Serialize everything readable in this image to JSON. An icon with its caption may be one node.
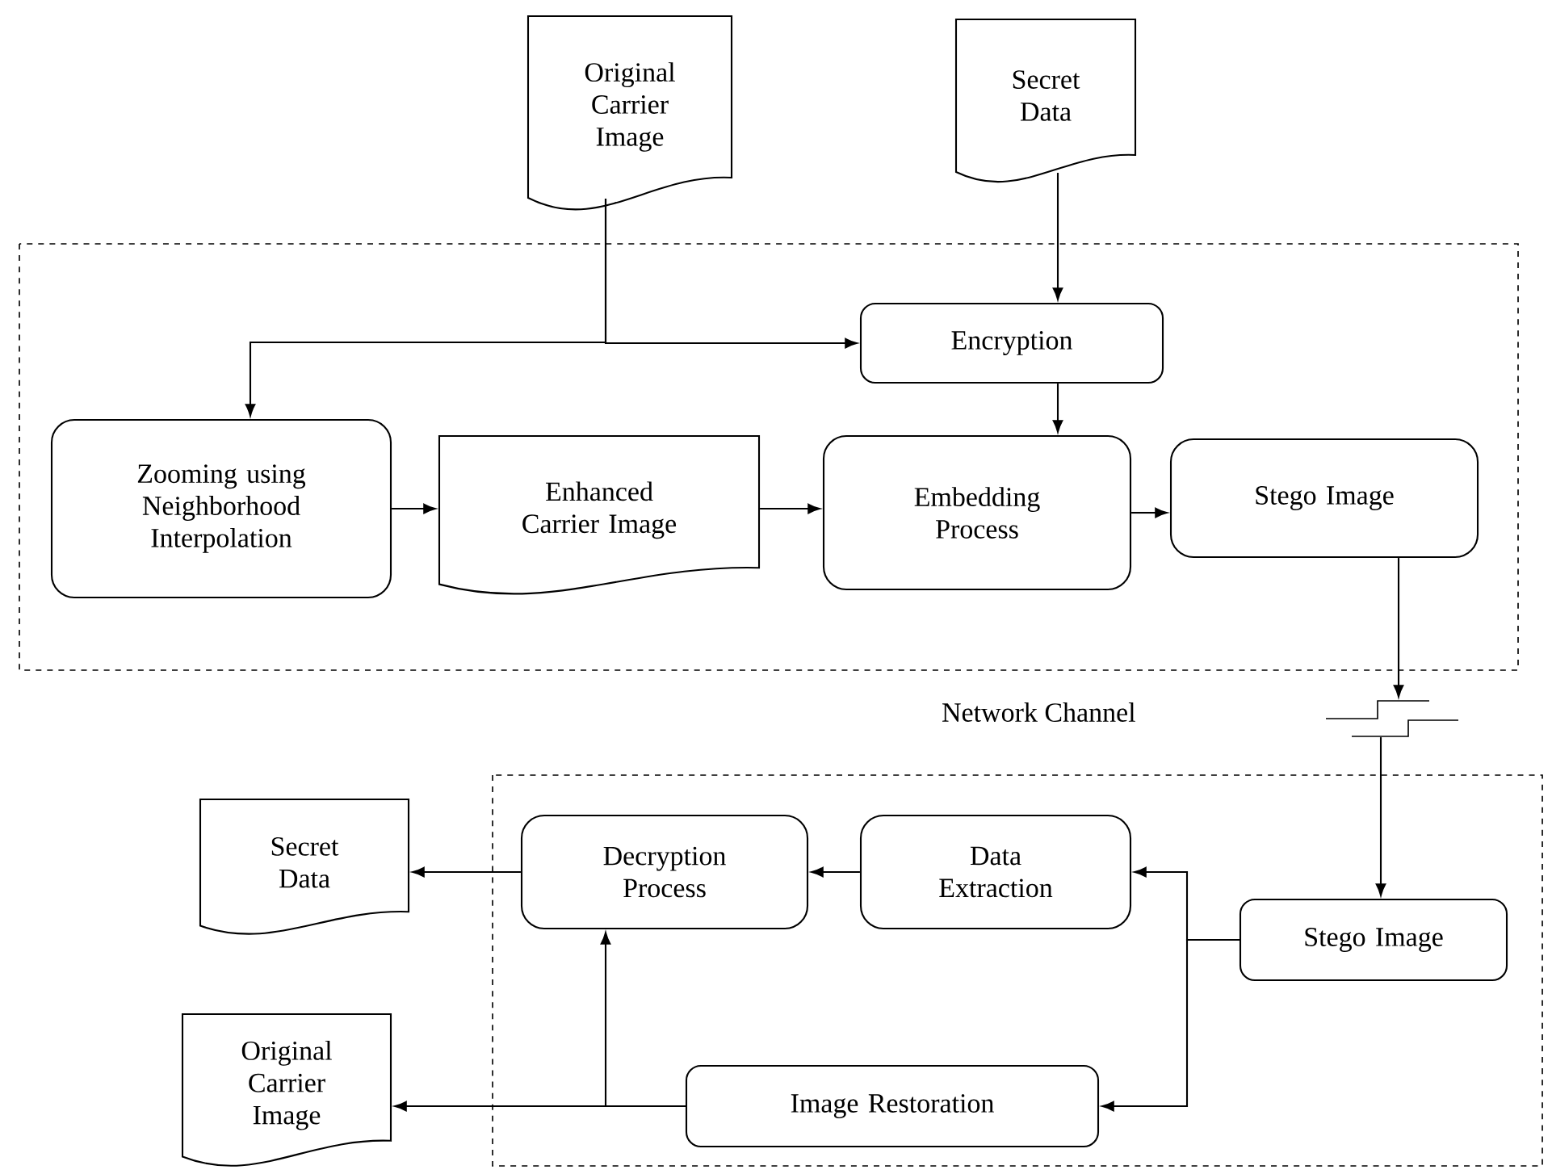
{
  "diagram": {
    "nodes": [
      {
        "text": [
          "Original Carrier Image"
        ]
      },
      {
        "text": [
          "Secret Data"
        ]
      },
      {
        "text": [
          "Encryption"
        ]
      },
      {
        "text": [
          "Zooming using Neighborhood Interpolation"
        ]
      },
      {
        "text": [
          "Enhanced Carrier Image"
        ]
      },
      {
        "text": [
          "Embedding Process"
        ]
      },
      {
        "text": [
          "Stego Image"
        ]
      },
      {
        "text": [],
        "shape": "picture"
      },
      {
        "text": [
          "Stego Image"
        ]
      },
      {
        "text": [
          "Data Extraction"
        ]
      },
      {
        "text": [
          "Decryption Process"
        ]
      },
      {
        "text": [
          "Image Restoration"
        ]
      },
      {
        "text": [
          "Secret Data"
        ]
      },
      {
        "text": [
          "Original Carrier Image"
        ]
      }
    ],
    "edges": [
      {
        "from": 0,
        "to": 3,
        "arrow": "to"
      },
      {
        "from": 0,
        "to": 2,
        "arrow": "to"
      },
      {
        "from": 1,
        "to": 2,
        "arrow": "to"
      },
      {
        "from": 2,
        "to": 5,
        "arrow": "to"
      },
      {
        "from": 3,
        "to": 4,
        "arrow": "to"
      },
      {
        "from": 4,
        "to": 5,
        "arrow": "to"
      },
      {
        "from": 5,
        "to": 6,
        "arrow": "to"
      },
      {
        "from": 6,
        "to": 7,
        "arrow": "to"
      },
      {
        "from": 7,
        "to": 8,
        "arrow": "to"
      },
      {
        "from": 8,
        "to": 9,
        "arrow": "to"
      },
      {
        "from": 8,
        "to": 11,
        "arrow": "to"
      },
      {
        "from": 9,
        "to": 10,
        "arrow": "to"
      },
      {
        "from": 10,
        "to": 12,
        "arrow": "to"
      },
      {
        "from": 11,
        "to": 10,
        "arrow": "to"
      },
      {
        "from": 11,
        "to": 13,
        "arrow": "to"
      }
    ],
    "labels": [
      "Network Channel"
    ]
  }
}
